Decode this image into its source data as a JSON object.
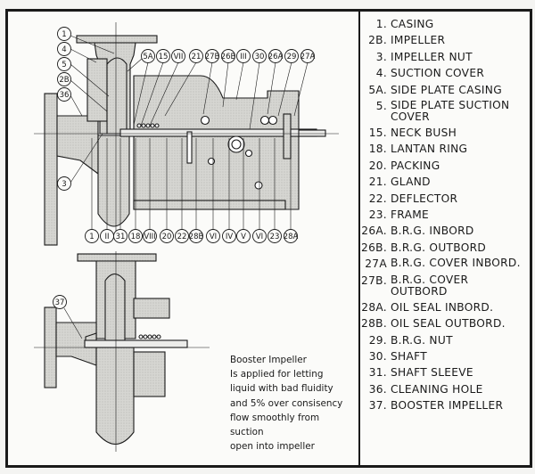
{
  "legend": [
    {
      "num": "1.",
      "label": "CASING"
    },
    {
      "num": "2B.",
      "label": "IMPELLER"
    },
    {
      "num": "3.",
      "label": "IMPELLER NUT"
    },
    {
      "num": "4.",
      "label": "SUCTION COVER"
    },
    {
      "num": "5A.",
      "label": "SIDE PLATE CASING"
    },
    {
      "num": "5.",
      "label": "SIDE PLATE SUCTION COVER"
    },
    {
      "num": "15.",
      "label": "NECK BUSH"
    },
    {
      "num": "18.",
      "label": "LANTAN RING"
    },
    {
      "num": "20.",
      "label": "PACKING"
    },
    {
      "num": "21.",
      "label": "GLAND"
    },
    {
      "num": "22.",
      "label": "DEFLECTOR"
    },
    {
      "num": "23.",
      "label": "FRAME"
    },
    {
      "num": "26A.",
      "label": "B.R.G. INBORD"
    },
    {
      "num": "26B.",
      "label": "B.R.G. OUTBORD"
    },
    {
      "num": "27A",
      "label": "B.R.G. COVER INBORD."
    },
    {
      "num": "27B.",
      "label": "B.R.G. COVER OUTBORD"
    },
    {
      "num": "28A.",
      "label": "OIL SEAL INBORD."
    },
    {
      "num": "28B.",
      "label": "OIL SEAL OUTBORD."
    },
    {
      "num": "29.",
      "label": "B.R.G. NUT"
    },
    {
      "num": "30.",
      "label": "SHAFT"
    },
    {
      "num": "31.",
      "label": "SHAFT SLEEVE"
    },
    {
      "num": "36.",
      "label": "CLEANING HOLE"
    },
    {
      "num": "37.",
      "label": "BOOSTER IMPELLER"
    }
  ],
  "note": {
    "lines": [
      "Booster Impeller",
      "Is applied for letting",
      "liquid with bad fluidity",
      "and 5% over consisency",
      "flow smoothly from suction",
      "open into impeller"
    ]
  },
  "callouts": {
    "left": [
      "1",
      "4",
      "5",
      "2B",
      "36",
      "3"
    ],
    "top": [
      "5A",
      "15",
      "VII",
      "21",
      "27B",
      "26B",
      "III",
      "30",
      "26A",
      "29",
      "27A"
    ],
    "bottom": [
      "1",
      "II",
      "31",
      "18",
      "VIII",
      "20",
      "22",
      "28B",
      "VI",
      "IV",
      "V",
      "VI",
      "23",
      "28A"
    ],
    "lower_view": [
      "37"
    ]
  }
}
